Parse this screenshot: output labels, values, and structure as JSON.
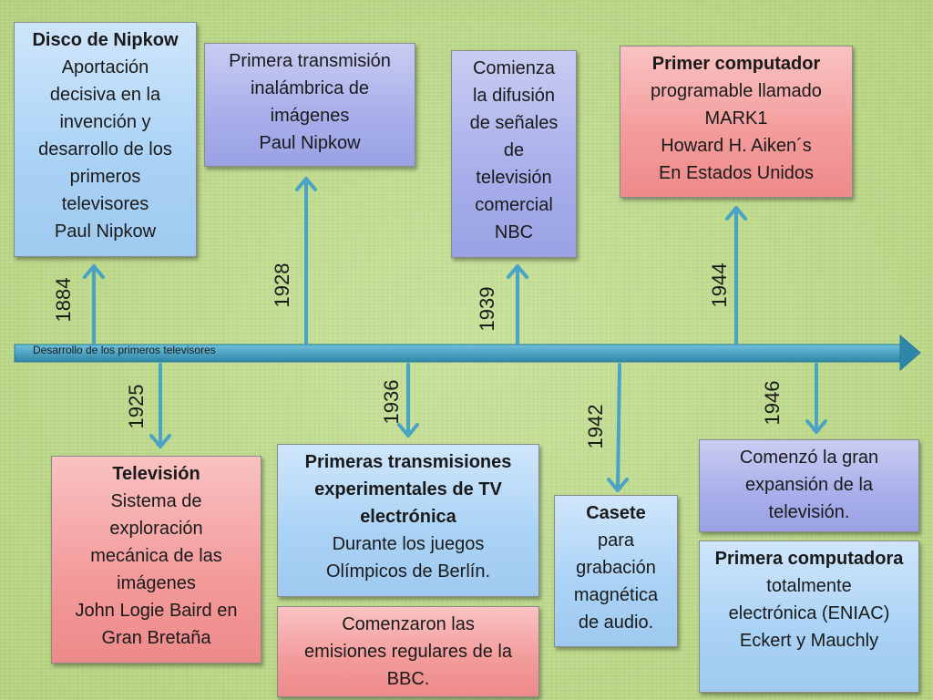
{
  "timeline": {
    "label": "Desarrollo de los primeros televisores",
    "colors": {
      "arrow": "#4aa3c4",
      "arrow_dark": "#2f86a8"
    }
  },
  "events_top": [
    {
      "year": "1884",
      "title": "Disco de Nipkow",
      "lines": [
        "Aportación",
        "decisiva en la",
        "invención y",
        "desarrollo de los",
        "primeros",
        "televisores",
        "Paul Nipkow"
      ],
      "color": "blue"
    },
    {
      "year": "1928",
      "title": "",
      "lines": [
        "Primera transmisión",
        "inalámbrica de",
        "imágenes",
        "Paul Nipkow"
      ],
      "color": "purple"
    },
    {
      "year": "1939",
      "title": "",
      "lines": [
        "Comienza",
        "la difusión",
        "de señales",
        "de",
        "televisión",
        "comercial",
        "NBC"
      ],
      "color": "purple"
    },
    {
      "year": "1944",
      "title": "Primer computador",
      "lines": [
        "programable llamado",
        "MARK1",
        "Howard H. Aiken´s",
        "En Estados Unidos"
      ],
      "color": "red"
    }
  ],
  "events_bottom": [
    {
      "year": "1925",
      "title": "Televisión",
      "lines": [
        "Sistema de",
        "exploración",
        "mecánica de las",
        "imágenes",
        "John Logie Baird en",
        "Gran Bretaña"
      ],
      "color": "red"
    },
    {
      "year": "1936",
      "title": "Primeras transmisiones experimentales de TV electrónica",
      "lines": [
        "Durante los juegos",
        "Olímpicos de Berlín."
      ],
      "color": "blue",
      "extra": {
        "lines": [
          "Comenzaron las",
          "emisiones regulares de la",
          "BBC."
        ],
        "color": "red"
      }
    },
    {
      "year": "1942",
      "title": "Casete",
      "lines": [
        "para",
        "grabación",
        "magnética",
        "de audio."
      ],
      "color": "blue"
    },
    {
      "year": "1946",
      "title": "",
      "lines": [
        "Comenzó la gran",
        "expansión de la",
        "televisión."
      ],
      "color": "purple",
      "extra": {
        "title": "Primera computadora",
        "lines": [
          "totalmente",
          "electrónica (ENIAC)",
          "Eckert y Mauchly"
        ],
        "color": "blue"
      }
    }
  ]
}
